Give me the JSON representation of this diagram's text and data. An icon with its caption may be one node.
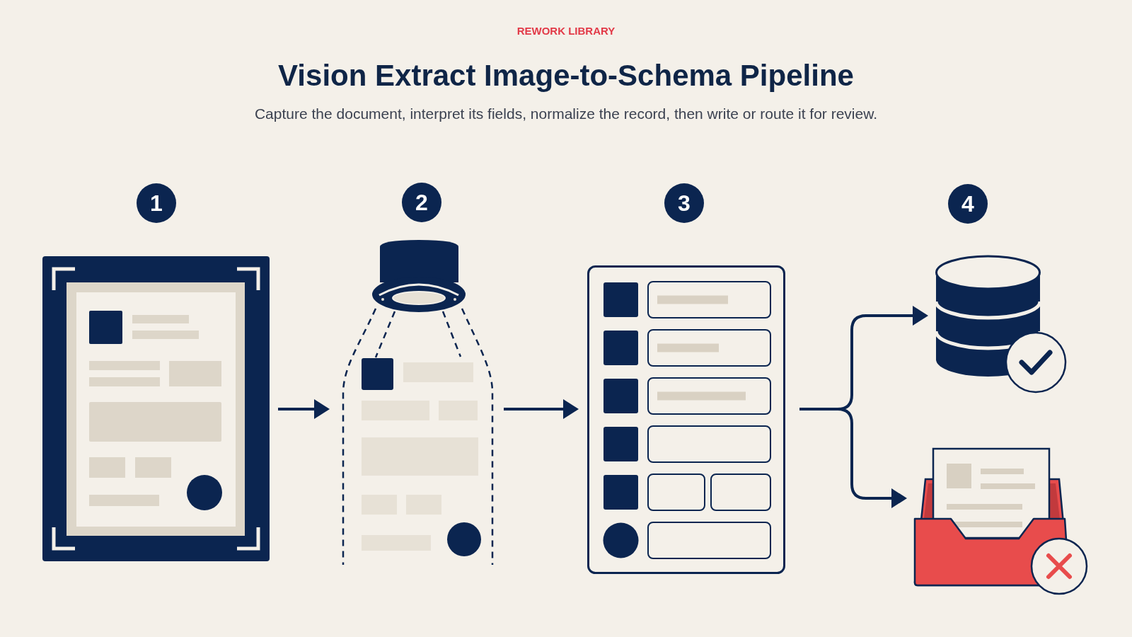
{
  "diagram": {
    "title": "Vision Extract Image-to-Schema Pipeline",
    "nodes": [
      {
        "text": [
          "1"
        ]
      },
      {
        "text": [
          "2"
        ]
      },
      {
        "text": [
          "3"
        ]
      },
      {
        "text": [
          "4"
        ]
      },
      {
        "text": [],
        "shape": "picture"
      },
      {
        "text": [],
        "shape": "picture"
      },
      {
        "text": [],
        "shape": "picture"
      },
      {
        "text": [],
        "shape": "picture"
      },
      {
        "text": [],
        "shape": "picture"
      }
    ],
    "edges": [
      {
        "from": 4,
        "to": 5,
        "arrow": "to"
      },
      {
        "from": 5,
        "to": 6,
        "arrow": "to"
      },
      {
        "from": 6,
        "to": 7,
        "arrow": "to"
      },
      {
        "from": 6,
        "to": 8,
        "arrow": "to"
      }
    ],
    "labels": [
      "REWORK LIBRARY",
      "Capture the document, interpret its fields, normalize the record, then write or route it for review."
    ]
  }
}
